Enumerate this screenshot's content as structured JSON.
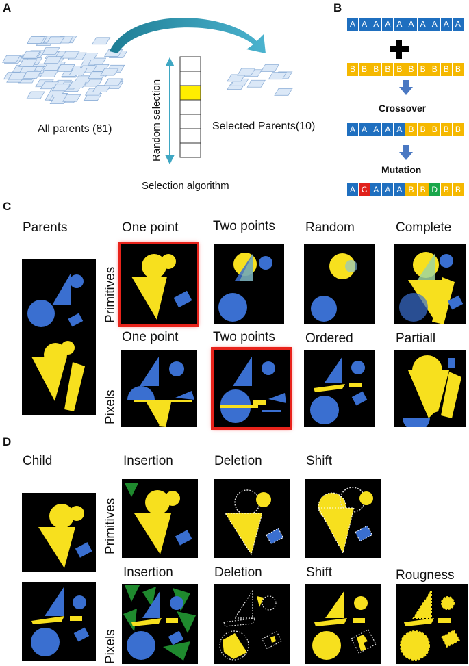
{
  "panelA": {
    "letter": "A",
    "all_parents": "All parents (81)",
    "selected_parents": "Selected Parents(10)",
    "random_selection": "Random selection",
    "selection_algorithm": "Selection algorithm"
  },
  "panelB": {
    "letter": "B",
    "seq_parent_a": [
      "A",
      "A",
      "A",
      "A",
      "A",
      "A",
      "A",
      "A",
      "A",
      "A"
    ],
    "seq_parent_b": [
      "B",
      "B",
      "B",
      "B",
      "B",
      "B",
      "B",
      "B",
      "B",
      "B"
    ],
    "crossover": "Crossover",
    "seq_crossover": [
      "A",
      "A",
      "A",
      "A",
      "A",
      "B",
      "B",
      "B",
      "B",
      "B"
    ],
    "mutation": "Mutation",
    "seq_mutation": [
      "A",
      "C",
      "A",
      "A",
      "A",
      "B",
      "B",
      "D",
      "B",
      "B"
    ],
    "colors": {
      "blue": "#1f6fbf",
      "yellow": "#f5b800",
      "red": "#e0201b",
      "green": "#1aa64a"
    }
  },
  "panelC": {
    "letter": "C",
    "parents": "Parents",
    "row1_label": "Primitives",
    "row2_label": "Pixels",
    "row1_titles": [
      "One point",
      "Two points",
      "Random",
      "Complete"
    ],
    "row2_titles": [
      "One point",
      "Two points",
      "Ordered",
      "Partiall"
    ]
  },
  "panelD": {
    "letter": "D",
    "child": "Child",
    "row1_label": "Primitives",
    "row2_label": "Pixels",
    "row1_titles": [
      "Insertion",
      "Deletion",
      "Shift"
    ],
    "row2_titles": [
      "Insertion",
      "Deletion",
      "Shift",
      "Rougness"
    ]
  },
  "colors": {
    "shape_yellow": "#f7e01e",
    "shape_blue": "#3a6fd0",
    "tile_bg": "#000000",
    "highlight": "#e8231b",
    "arrow": "#3fa7c3"
  }
}
